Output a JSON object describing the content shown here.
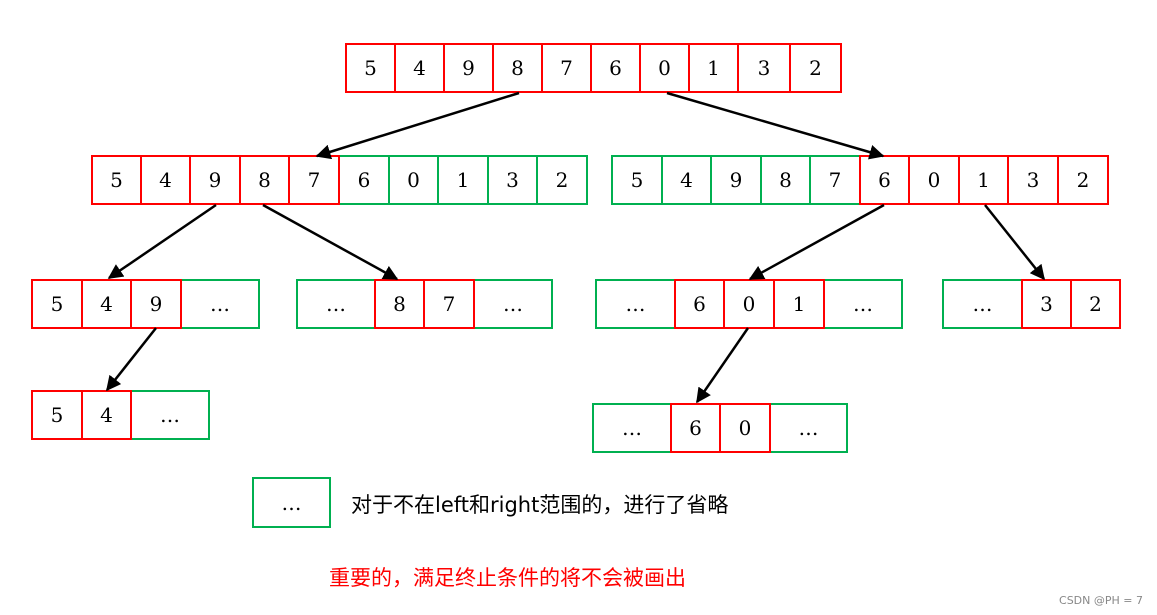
{
  "colors": {
    "in_range": "#ff0000",
    "omitted": "#00b050",
    "arrow": "#000000",
    "note": "#ff0000"
  },
  "rows": [
    {
      "cells": [
        {
          "v": "5",
          "state": "red"
        },
        {
          "v": "4",
          "state": "red"
        },
        {
          "v": "9",
          "state": "red"
        },
        {
          "v": "8",
          "state": "red"
        },
        {
          "v": "7",
          "state": "red"
        },
        {
          "v": "6",
          "state": "red"
        },
        {
          "v": "0",
          "state": "red"
        },
        {
          "v": "1",
          "state": "red"
        },
        {
          "v": "3",
          "state": "red"
        },
        {
          "v": "2",
          "state": "red"
        }
      ]
    },
    {
      "cells": [
        {
          "v": "5",
          "state": "red"
        },
        {
          "v": "4",
          "state": "red"
        },
        {
          "v": "9",
          "state": "red"
        },
        {
          "v": "8",
          "state": "red"
        },
        {
          "v": "7",
          "state": "red"
        },
        {
          "v": "6",
          "state": "green"
        },
        {
          "v": "0",
          "state": "green"
        },
        {
          "v": "1",
          "state": "green"
        },
        {
          "v": "3",
          "state": "green"
        },
        {
          "v": "2",
          "state": "green"
        }
      ]
    },
    {
      "cells": [
        {
          "v": "5",
          "state": "green"
        },
        {
          "v": "4",
          "state": "green"
        },
        {
          "v": "9",
          "state": "green"
        },
        {
          "v": "8",
          "state": "green"
        },
        {
          "v": "7",
          "state": "green"
        },
        {
          "v": "6",
          "state": "red"
        },
        {
          "v": "0",
          "state": "red"
        },
        {
          "v": "1",
          "state": "red"
        },
        {
          "v": "3",
          "state": "red"
        },
        {
          "v": "2",
          "state": "red"
        }
      ]
    },
    {
      "cells": [
        {
          "v": "5",
          "state": "red"
        },
        {
          "v": "4",
          "state": "red"
        },
        {
          "v": "9",
          "state": "red"
        },
        {
          "v": "…",
          "state": "green"
        }
      ]
    },
    {
      "cells": [
        {
          "v": "…",
          "state": "green"
        },
        {
          "v": "8",
          "state": "red"
        },
        {
          "v": "7",
          "state": "red"
        },
        {
          "v": "…",
          "state": "green"
        }
      ]
    },
    {
      "cells": [
        {
          "v": "…",
          "state": "green"
        },
        {
          "v": "6",
          "state": "red"
        },
        {
          "v": "0",
          "state": "red"
        },
        {
          "v": "1",
          "state": "red"
        },
        {
          "v": "…",
          "state": "green"
        }
      ]
    },
    {
      "cells": [
        {
          "v": "…",
          "state": "green"
        },
        {
          "v": "3",
          "state": "red"
        },
        {
          "v": "2",
          "state": "red"
        }
      ]
    },
    {
      "cells": [
        {
          "v": "5",
          "state": "red"
        },
        {
          "v": "4",
          "state": "red"
        },
        {
          "v": "…",
          "state": "green"
        }
      ]
    },
    {
      "cells": [
        {
          "v": "…",
          "state": "green"
        },
        {
          "v": "6",
          "state": "red"
        },
        {
          "v": "0",
          "state": "red"
        },
        {
          "v": "…",
          "state": "green"
        }
      ]
    }
  ],
  "legend": {
    "symbol": "…",
    "text": "对于不在left和right范围的，进行了省略"
  },
  "note": "重要的，满足终止条件的将不会被画出",
  "watermark": "CSDN @PH = 7"
}
